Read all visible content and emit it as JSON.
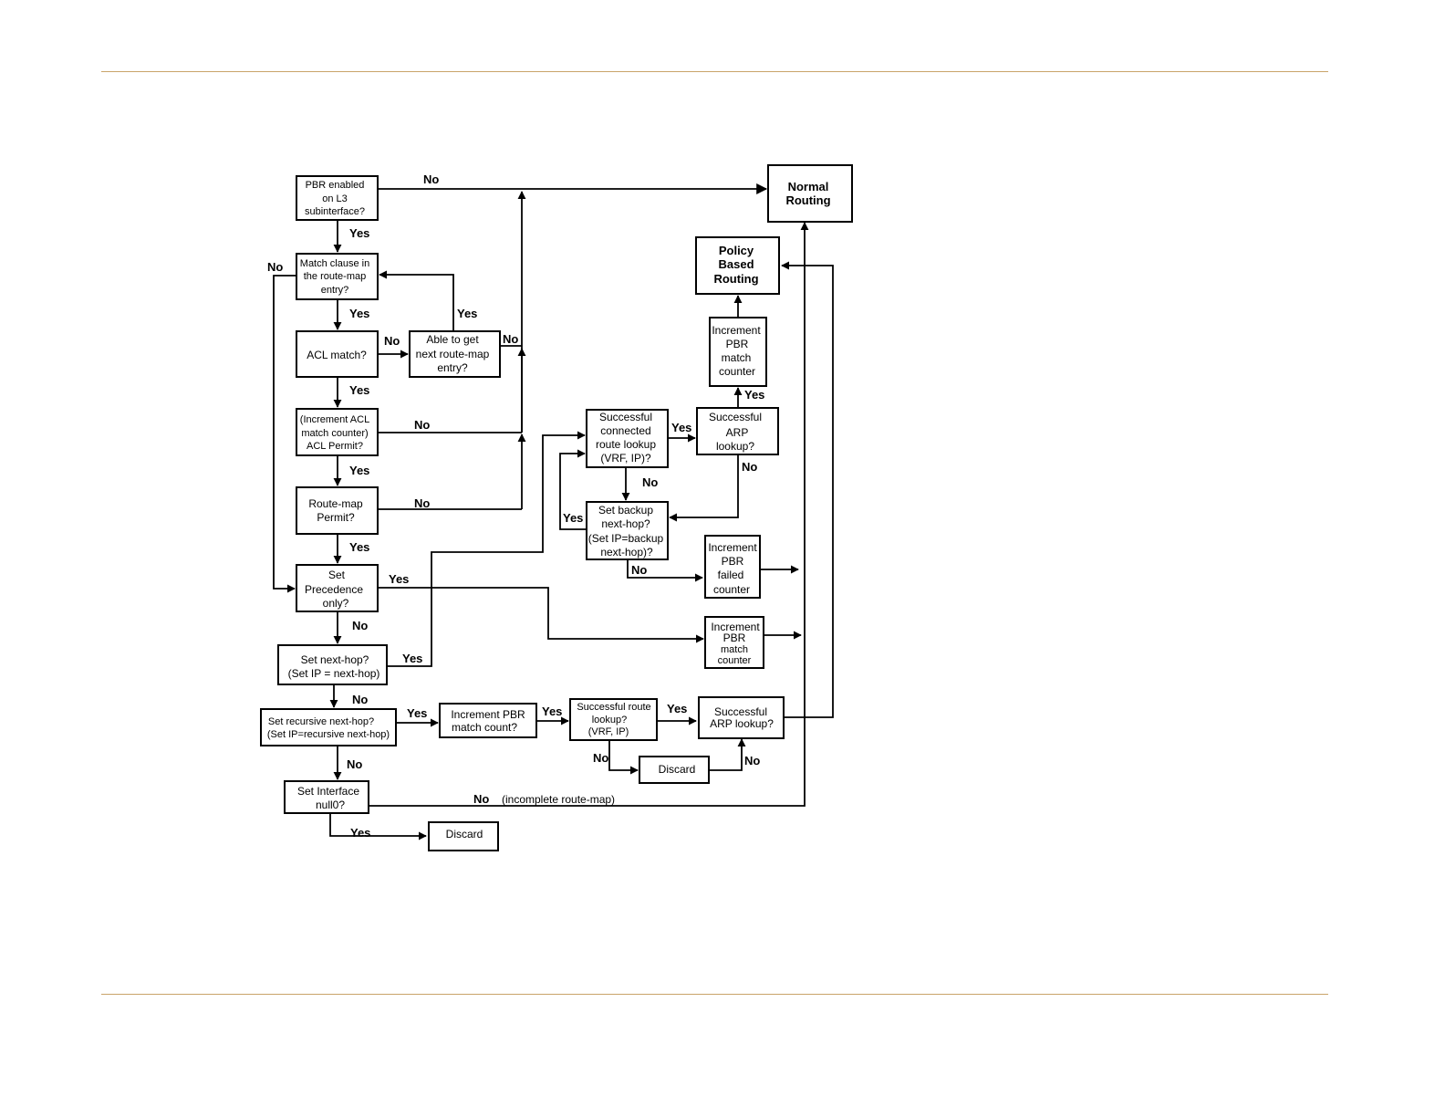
{
  "nodes": {
    "pbr_enabled": [
      "PBR enabled",
      "on L3",
      "subinterface?"
    ],
    "normal_routing": [
      "Normal",
      "Routing"
    ],
    "policy_based_routing": [
      "Policy",
      "Based",
      "Routing"
    ],
    "match_clause": [
      "Match clause in",
      "the route-map",
      "entry?"
    ],
    "acl_match": [
      "ACL match?"
    ],
    "able_next_entry": [
      "Able to get",
      "next route-map",
      "entry?"
    ],
    "acl_permit": [
      "(Increment ACL",
      "match counter)",
      "ACL Permit?"
    ],
    "routemap_permit": [
      "Route-map",
      "Permit?"
    ],
    "set_precedence": [
      "Set",
      "Precedence",
      "only?"
    ],
    "set_nexthop": [
      "Set next-hop?",
      "(Set IP = next-hop)"
    ],
    "set_recursive": [
      "Set recursive next-hop?",
      "(Set IP=recursive next-hop)"
    ],
    "set_interface": [
      "Set Interface",
      "null0?"
    ],
    "discard_bottom": [
      "Discard"
    ],
    "increment_pbr_match_count": [
      "Increment PBR",
      "match count?"
    ],
    "successful_route_lookup": [
      "Successful route",
      "lookup?",
      "(VRF, IP)"
    ],
    "discard_mid": [
      "Discard"
    ],
    "successful_arp_lower": [
      "Successful",
      "ARP lookup?"
    ],
    "successful_connected": [
      "Successful",
      "connected",
      "route lookup",
      "(VRF, IP)?"
    ],
    "successful_arp_upper": [
      "Successful",
      "ARP",
      "lookup?"
    ],
    "increment_pbr_match_counter_top": [
      "Increment",
      "PBR",
      "match",
      "counter"
    ],
    "set_backup": [
      "Set backup",
      "next-hop?",
      "(Set IP=backup",
      "next-hop)?"
    ],
    "increment_pbr_failed": [
      "Increment",
      "PBR",
      "failed",
      "counter"
    ],
    "increment_pbr_match_counter_mid": [
      "Increment",
      "PBR",
      "match",
      "counter"
    ]
  },
  "edge_labels": {
    "yes": "Yes",
    "no": "No",
    "incomplete": "(incomplete route-map)"
  }
}
